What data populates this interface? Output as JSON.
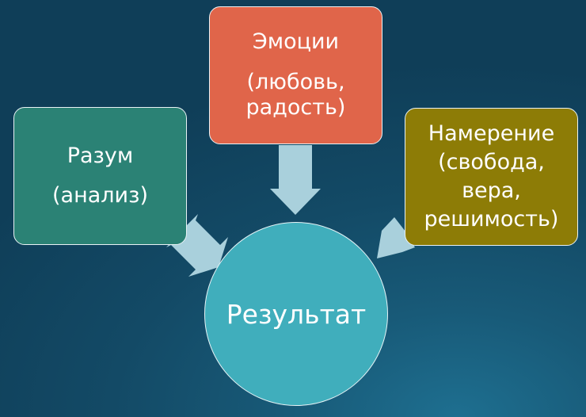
{
  "nodes": {
    "mind": {
      "title": "Разум",
      "detail": "(анализ)",
      "color": "#2b8275"
    },
    "emotions": {
      "title": "Эмоции",
      "detail_line1": "(любовь,",
      "detail_line2": "радость)",
      "color": "#e0654a"
    },
    "intention": {
      "line1": "Намерение",
      "line2": "(свобода,",
      "line3": "вера,",
      "line4": "решимость)",
      "color": "#8d7c06"
    },
    "result": {
      "label": "Результат",
      "color": "#40aebc"
    }
  },
  "arrow_color": "#a9d0dc",
  "edges": [
    {
      "from": "mind",
      "to": "result"
    },
    {
      "from": "emotions",
      "to": "result"
    },
    {
      "from": "intention",
      "to": "result"
    }
  ]
}
